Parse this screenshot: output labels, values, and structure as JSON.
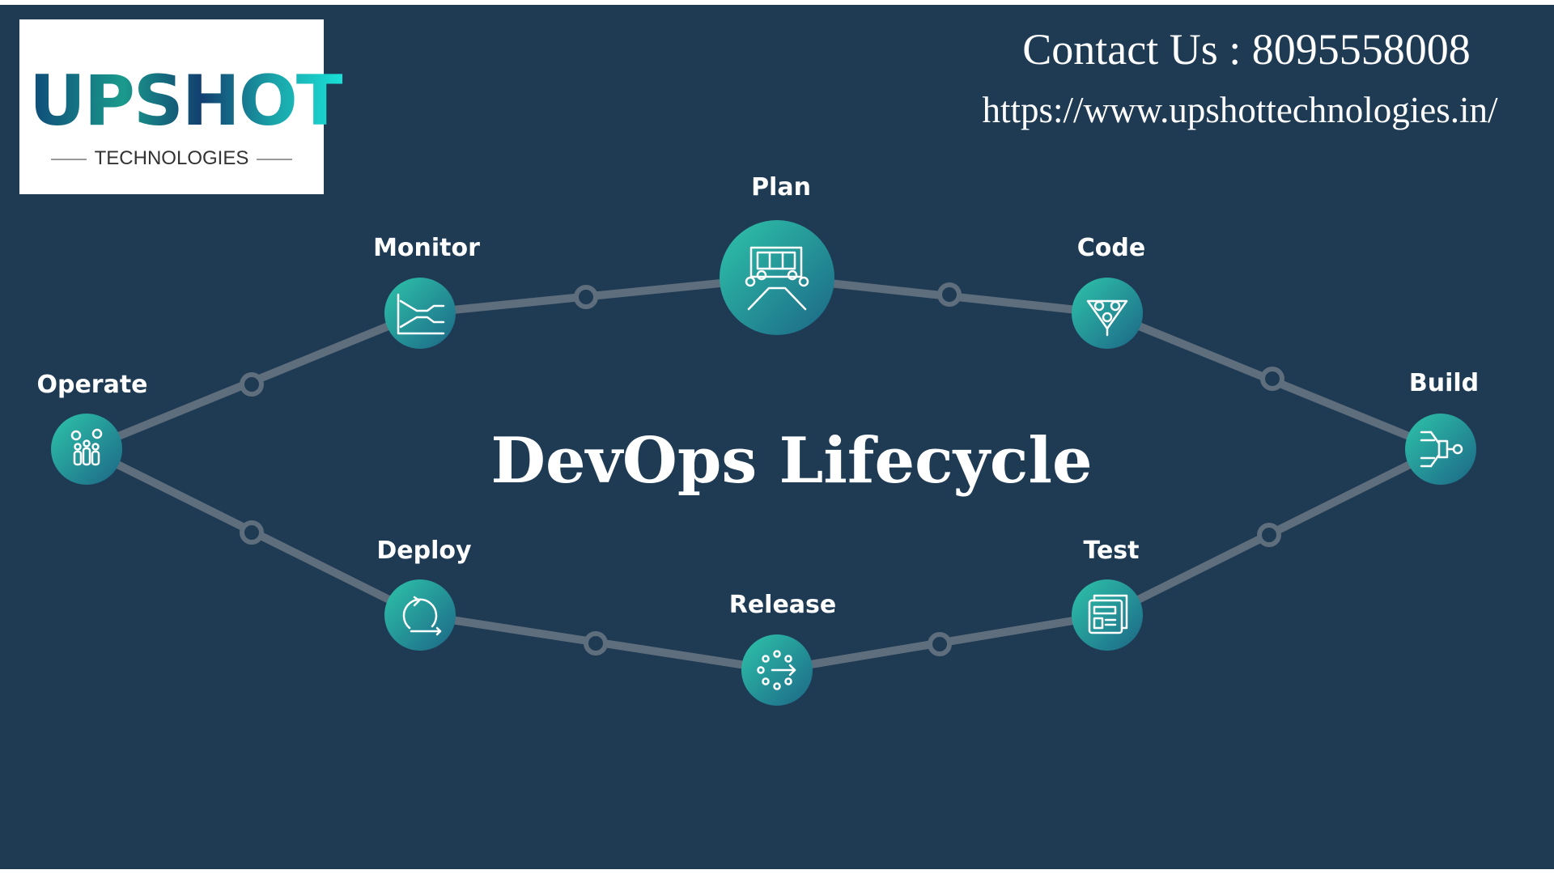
{
  "logo": {
    "wordmark": "UPSHOT",
    "tagline": "TECHNOLOGIES"
  },
  "contact": {
    "text": "Contact Us : 8095558008",
    "url": "https://www.upshottechnologies.in/"
  },
  "title": "DevOps Lifecycle",
  "stages": {
    "plan": "Plan",
    "code": "Code",
    "build": "Build",
    "test": "Test",
    "release": "Release",
    "deploy": "Deploy",
    "operate": "Operate",
    "monitor": "Monitor"
  },
  "colors": {
    "background": "#1f3b54",
    "node_start": "#2ebfa8",
    "node_end": "#1d6b86",
    "path": "#5f6e7c"
  }
}
